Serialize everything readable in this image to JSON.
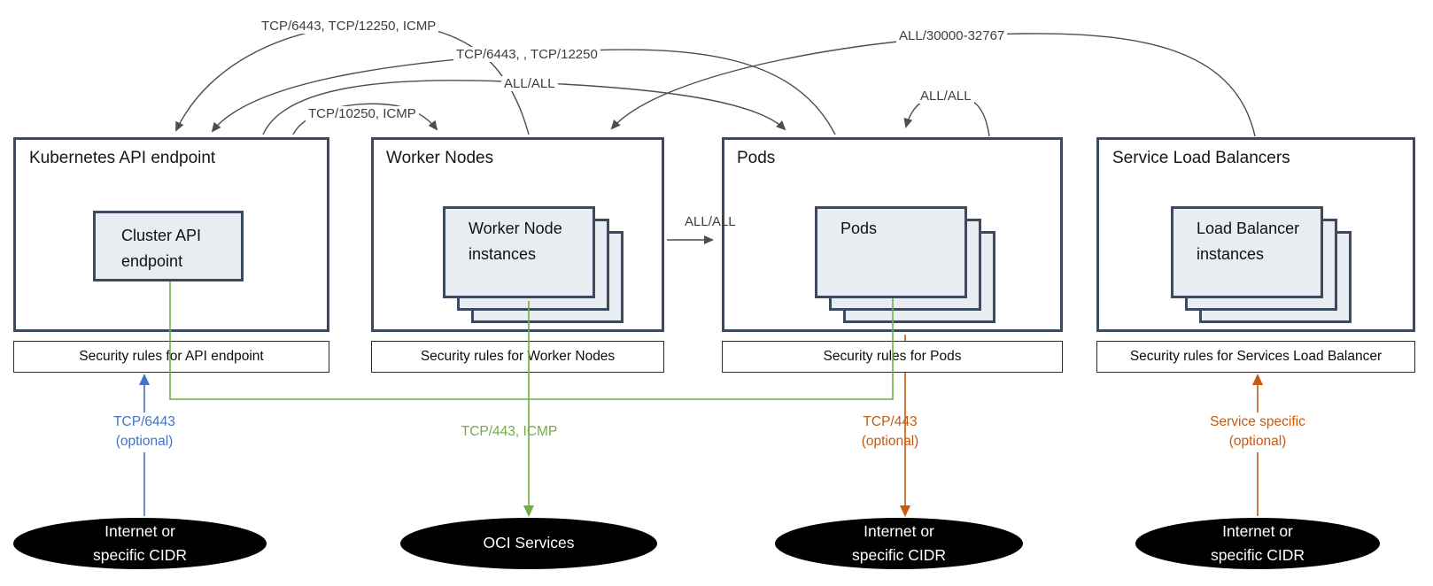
{
  "diagram_title": "Kubernetes cluster network security rules",
  "colors": {
    "box_border": "#3b4a5e",
    "inner_fill": "#e9edf2",
    "arc_gray": "#4d4d4d",
    "blue": "#4472c4",
    "green": "#70ad47",
    "orange": "#c55a11",
    "endpoint_fill": "#000000"
  },
  "groups": [
    {
      "title": "Kubernetes API endpoint",
      "inner_label": "Cluster API endpoint",
      "security_label": "Security rules for API endpoint"
    },
    {
      "title": "Worker Nodes",
      "inner_label": "Worker Node instances",
      "security_label": "Security rules for Worker Nodes"
    },
    {
      "title": "Pods",
      "inner_label": "Pods",
      "security_label": "Security rules for Pods"
    },
    {
      "title": "Service Load Balancers",
      "inner_label": "Load Balancer instances",
      "security_label": "Security rules for Services Load Balancer"
    }
  ],
  "arc_labels": {
    "worker_to_api": "TCP/6443, TCP/12250, ICMP",
    "pods_to_api": "TCP/6443, , TCP/12250",
    "api_to_pods": "ALL/ALL",
    "api_to_worker": "TCP/10250, ICMP",
    "slb_to_worker": "ALL/30000-32767",
    "pods_self": "ALL/ALL",
    "worker_to_pods": "ALL/ALL"
  },
  "flow_labels": {
    "api_ingress": "TCP/6443\n(optional)",
    "worker_egress": "TCP/443, ICMP",
    "pods_egress": "TCP/443\n(optional)",
    "slb_ingress": "Service specific\n(optional)"
  },
  "endpoints": [
    {
      "label": "Internet or\nspecific CIDR"
    },
    {
      "label": "OCI Services"
    },
    {
      "label": "Internet or\nspecific CIDR"
    },
    {
      "label": "Internet or\nspecific CIDR"
    }
  ]
}
